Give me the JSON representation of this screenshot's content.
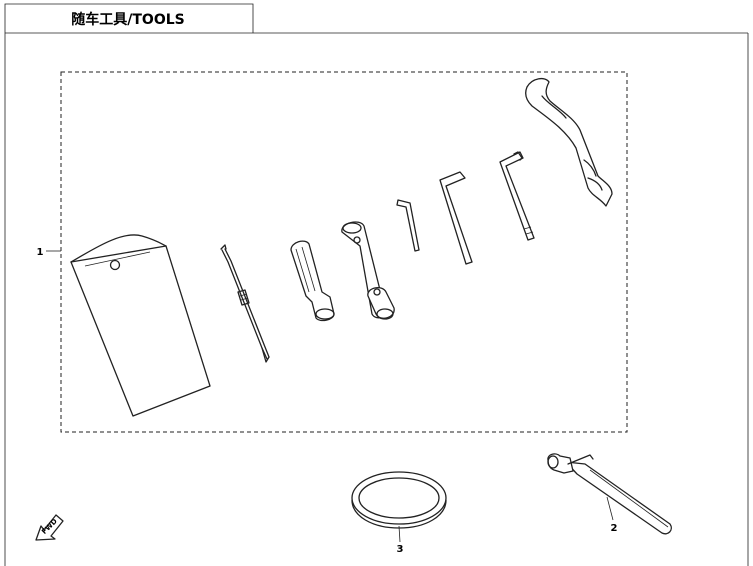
{
  "title": "随车工具/TOOLS",
  "callouts": [
    {
      "label": "1",
      "part": "tool-kit"
    },
    {
      "label": "2",
      "part": "tire-pressure-gauge"
    },
    {
      "label": "3",
      "part": "rubber-band"
    }
  ],
  "fwd_label": "FWD",
  "colors": {
    "line": "#222222",
    "background": "#ffffff"
  }
}
